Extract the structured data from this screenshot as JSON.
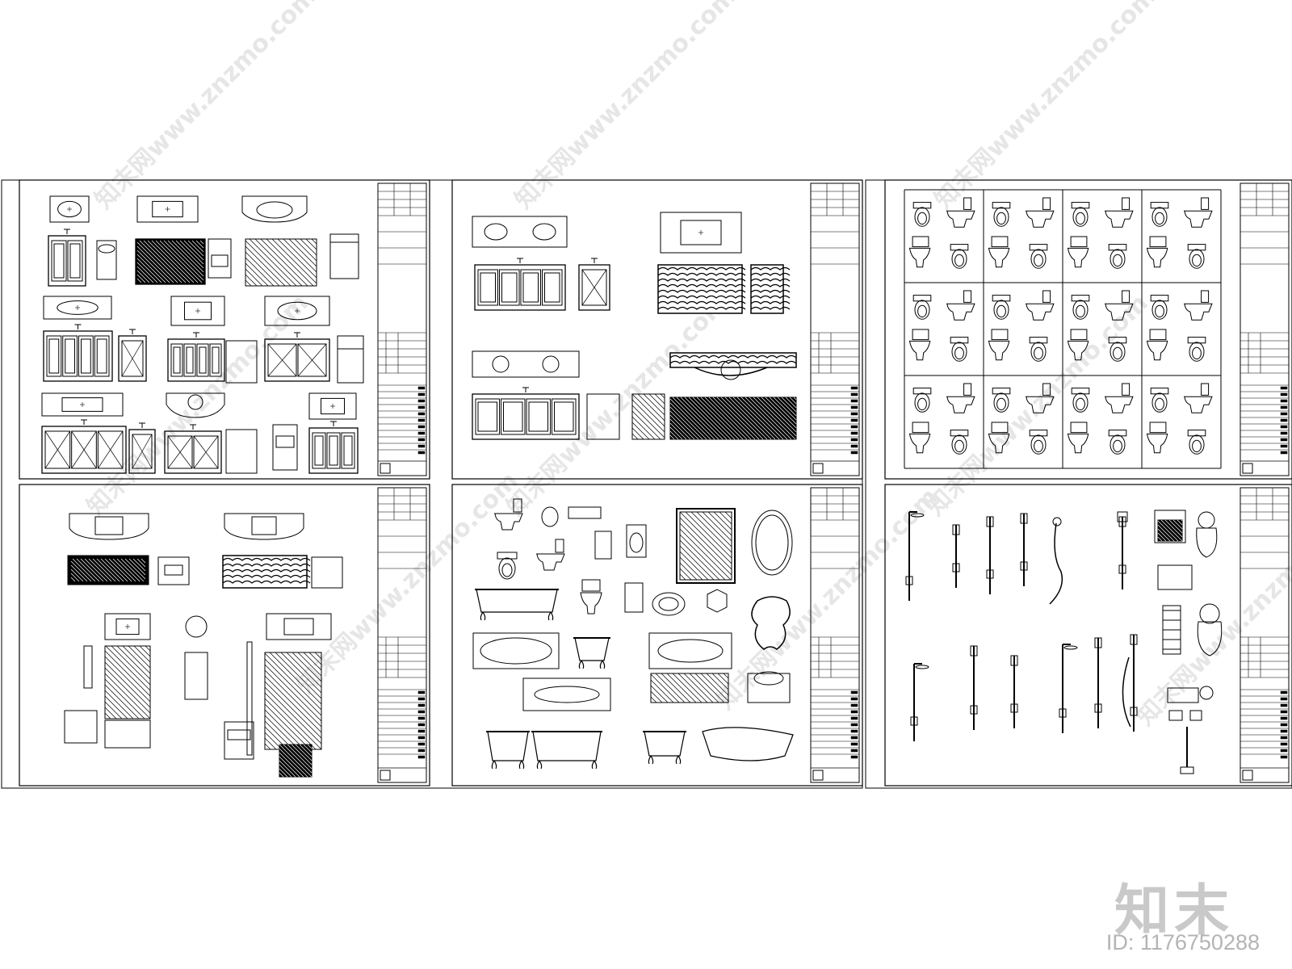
{
  "watermark": {
    "site_text": "www.znzmo.com",
    "brand_glyphs": "知末网"
  },
  "footer": {
    "brand": "知末",
    "image_id": "ID: 1176750288"
  },
  "sheets": [
    {
      "id": "sheet-1",
      "name": "sheet-vanity-cabinets-set-a",
      "content": "bathroom vanity cabinets and countertop basins"
    },
    {
      "id": "sheet-2",
      "name": "sheet-double-basin-vanities",
      "content": "double basin vanities and ornate cabinets"
    },
    {
      "id": "sheet-3",
      "name": "sheet-toilets-grid",
      "content": "toilet plans and elevations"
    },
    {
      "id": "sheet-4",
      "name": "sheet-vanity-mirrors",
      "content": "vanities, mirror cabinets and wall basins"
    },
    {
      "id": "sheet-5",
      "name": "sheet-bathtubs-mirrors",
      "content": "toilets, urinals, bathtubs and decorative mirrors"
    },
    {
      "id": "sheet-6",
      "name": "sheet-shower-fixtures",
      "content": "shower columns, hand showers and towel racks"
    }
  ]
}
